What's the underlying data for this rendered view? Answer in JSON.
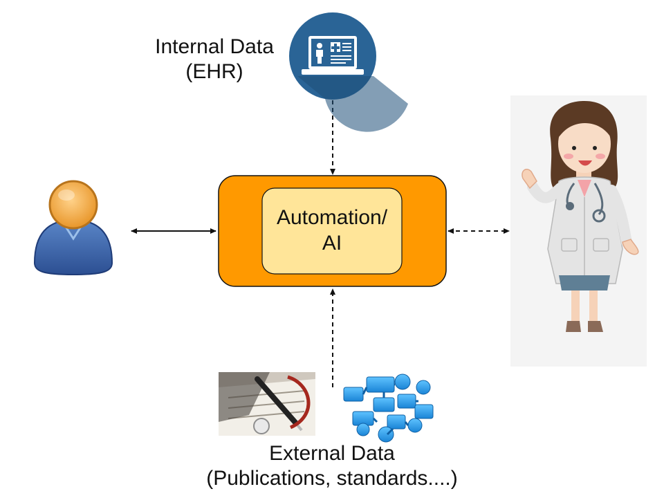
{
  "nodes": {
    "internal_data": {
      "line1": "Internal Data",
      "line2": "(EHR)",
      "icon": "ehr-laptop-icon"
    },
    "automation": {
      "line1": "Automation/",
      "line2": "AI",
      "outer_color": "#FF9900",
      "inner_color": "#FFE599"
    },
    "external_data": {
      "line1": "External Data",
      "line2": "(Publications, standards....)",
      "icons": [
        "publications-photo",
        "flowchart-icon"
      ]
    },
    "patient": {
      "icon": "person-icon"
    },
    "doctor": {
      "icon": "doctor-illustration"
    }
  },
  "edges": [
    {
      "from": "patient",
      "to": "automation",
      "style": "solid",
      "direction": "both"
    },
    {
      "from": "internal_data",
      "to": "automation",
      "style": "dashed",
      "direction": "forward"
    },
    {
      "from": "external_data",
      "to": "automation",
      "style": "dashed",
      "direction": "forward"
    },
    {
      "from": "automation",
      "to": "doctor",
      "style": "dashed",
      "direction": "both"
    }
  ]
}
